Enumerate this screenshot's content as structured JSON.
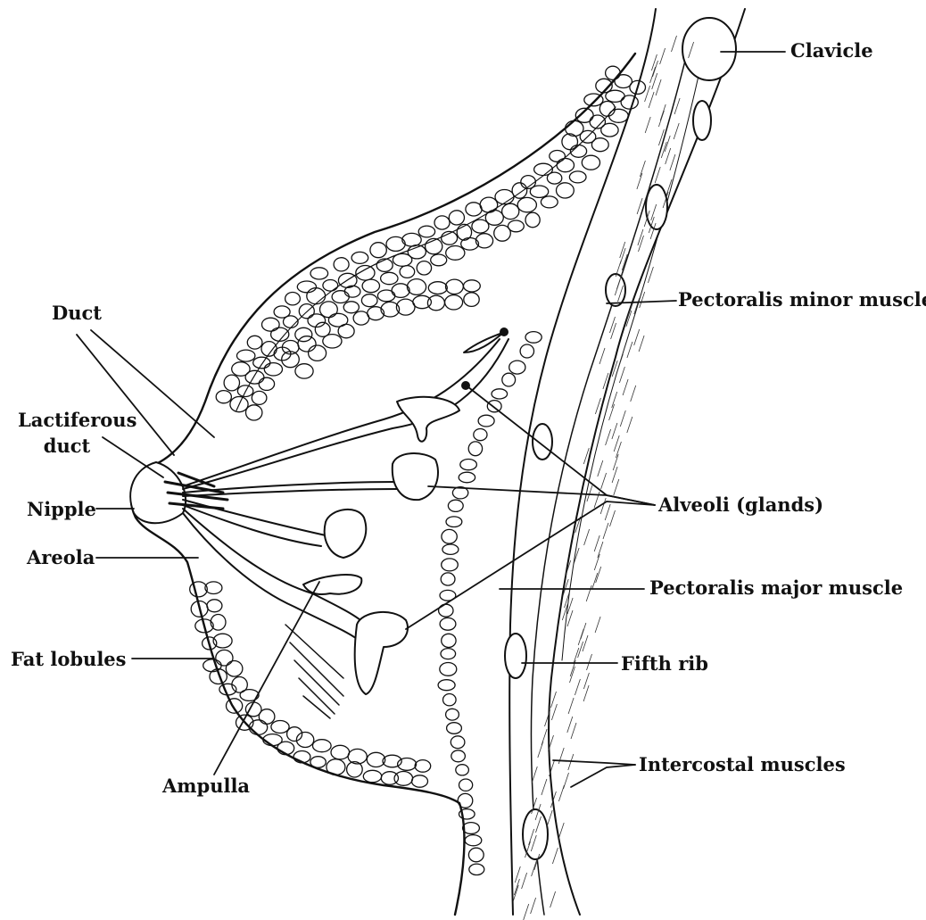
{
  "colors": {
    "ink": "#111111",
    "paper": "#ffffff"
  },
  "labels": {
    "clavicle": "Clavicle",
    "pectoralis_minor": "Pectoralis minor muscle",
    "duct": "Duct",
    "lactiferous_duct_line1": "Lactiferous",
    "lactiferous_duct_line2": "duct",
    "nipple": "Nipple",
    "areola": "Areola",
    "alveoli": "Alveoli (glands)",
    "pectoralis_major": "Pectoralis major muscle",
    "fat_lobules": "Fat lobules",
    "fifth_rib": "Fifth rib",
    "intercostal": "Intercostal muscles",
    "ampulla": "Ampulla"
  }
}
